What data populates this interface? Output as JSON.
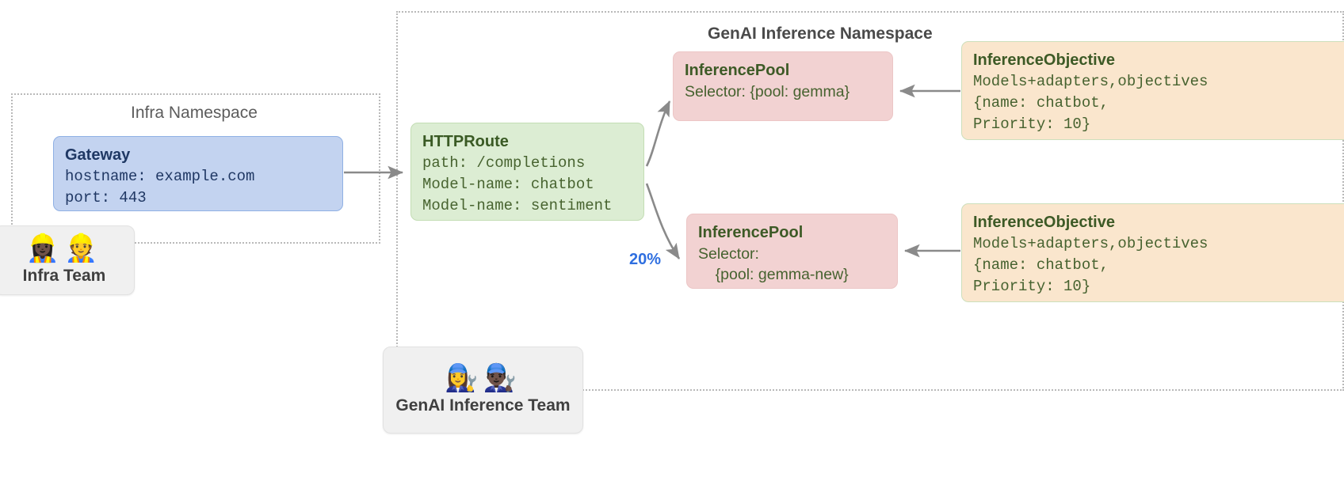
{
  "namespaces": {
    "infra": {
      "title": "Infra Namespace"
    },
    "genai": {
      "title": "GenAI Inference Namespace"
    }
  },
  "gateway": {
    "title": "Gateway",
    "line1": "hostname: example.com",
    "line2": "port: 443"
  },
  "httproute": {
    "title": "HTTPRoute",
    "line1": "path: /completions",
    "line2": "Model-name: chatbot",
    "line3": "Model-name: sentiment"
  },
  "pools": [
    {
      "title": "InferencePool",
      "line1": "Selector: {pool: gemma}",
      "line2": ""
    },
    {
      "title": "InferencePool",
      "line1": "Selector:",
      "line2": "    {pool: gemma-new}"
    }
  ],
  "objectives": [
    {
      "title": "InferenceObjective",
      "line1": "Models+adapters,objectives",
      "line2": "{name: chatbot,",
      "line3": "Priority: 10}"
    },
    {
      "title": "InferenceObjective",
      "line1": "Models+adapters,objectives",
      "line2": "{name: chatbot,",
      "line3": "Priority: 10}"
    }
  ],
  "teams": [
    {
      "label": "Infra Team",
      "emojis": "👷🏿‍♀️👷"
    },
    {
      "label": "GenAI Inference Team",
      "emojis": "👩‍🔧👨🏿‍🔧"
    }
  ],
  "edges": {
    "split_percent": "20%"
  },
  "colors": {
    "gateway_fill": "#c3d3f0",
    "httproute_fill": "#dcedd3",
    "pool_fill": "#f2d2d2",
    "objective_fill": "#fae6cd",
    "accent_percent": "#2f6fe0",
    "arrow": "#8a8a8a"
  }
}
